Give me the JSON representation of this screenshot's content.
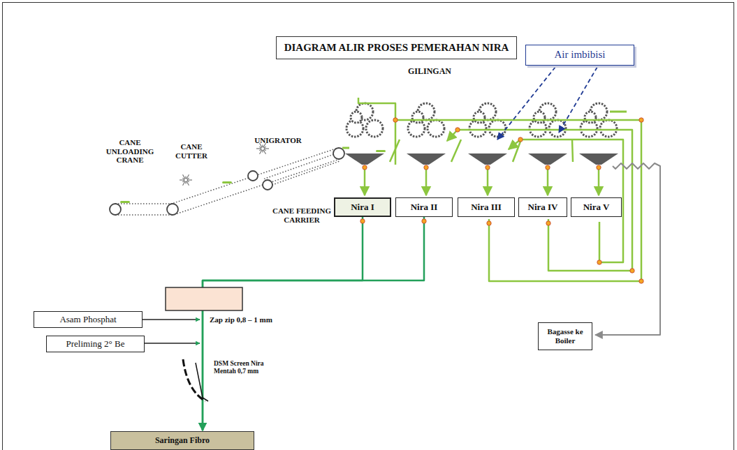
{
  "diagram": {
    "title": "DIAGRAM ALIR PROSES PEMERAHAN NIRA",
    "nodes": [
      {
        "text": [
          "Air imbibisi"
        ]
      },
      {
        "text": [
          "Nira I"
        ]
      },
      {
        "text": [
          "Nira II"
        ]
      },
      {
        "text": [
          "Nira III"
        ]
      },
      {
        "text": [
          "Nira IV"
        ]
      },
      {
        "text": [
          "Nira V"
        ]
      },
      {
        "text": [
          "Asam Phosphat"
        ]
      },
      {
        "text": [
          "Preliming 2° Be"
        ]
      },
      {
        "text": [
          "Bagasse ke Boiler"
        ]
      },
      {
        "text": [
          "Saringan Fibro"
        ]
      }
    ],
    "edges": [
      {
        "from": 1,
        "to": 9,
        "arrow": "to"
      },
      {
        "from": 2,
        "to": 9,
        "arrow": "to"
      }
    ],
    "labels": [
      "GILINGAN",
      "CANE UNLOADING CRANE",
      "CANE CUTTER",
      "UNIGRATOR",
      "CANE FEEDING CARRIER",
      "Zap zip 0,8 – 1 mm",
      "DSM Screen Nira Mentah 0,7 mm"
    ]
  }
}
